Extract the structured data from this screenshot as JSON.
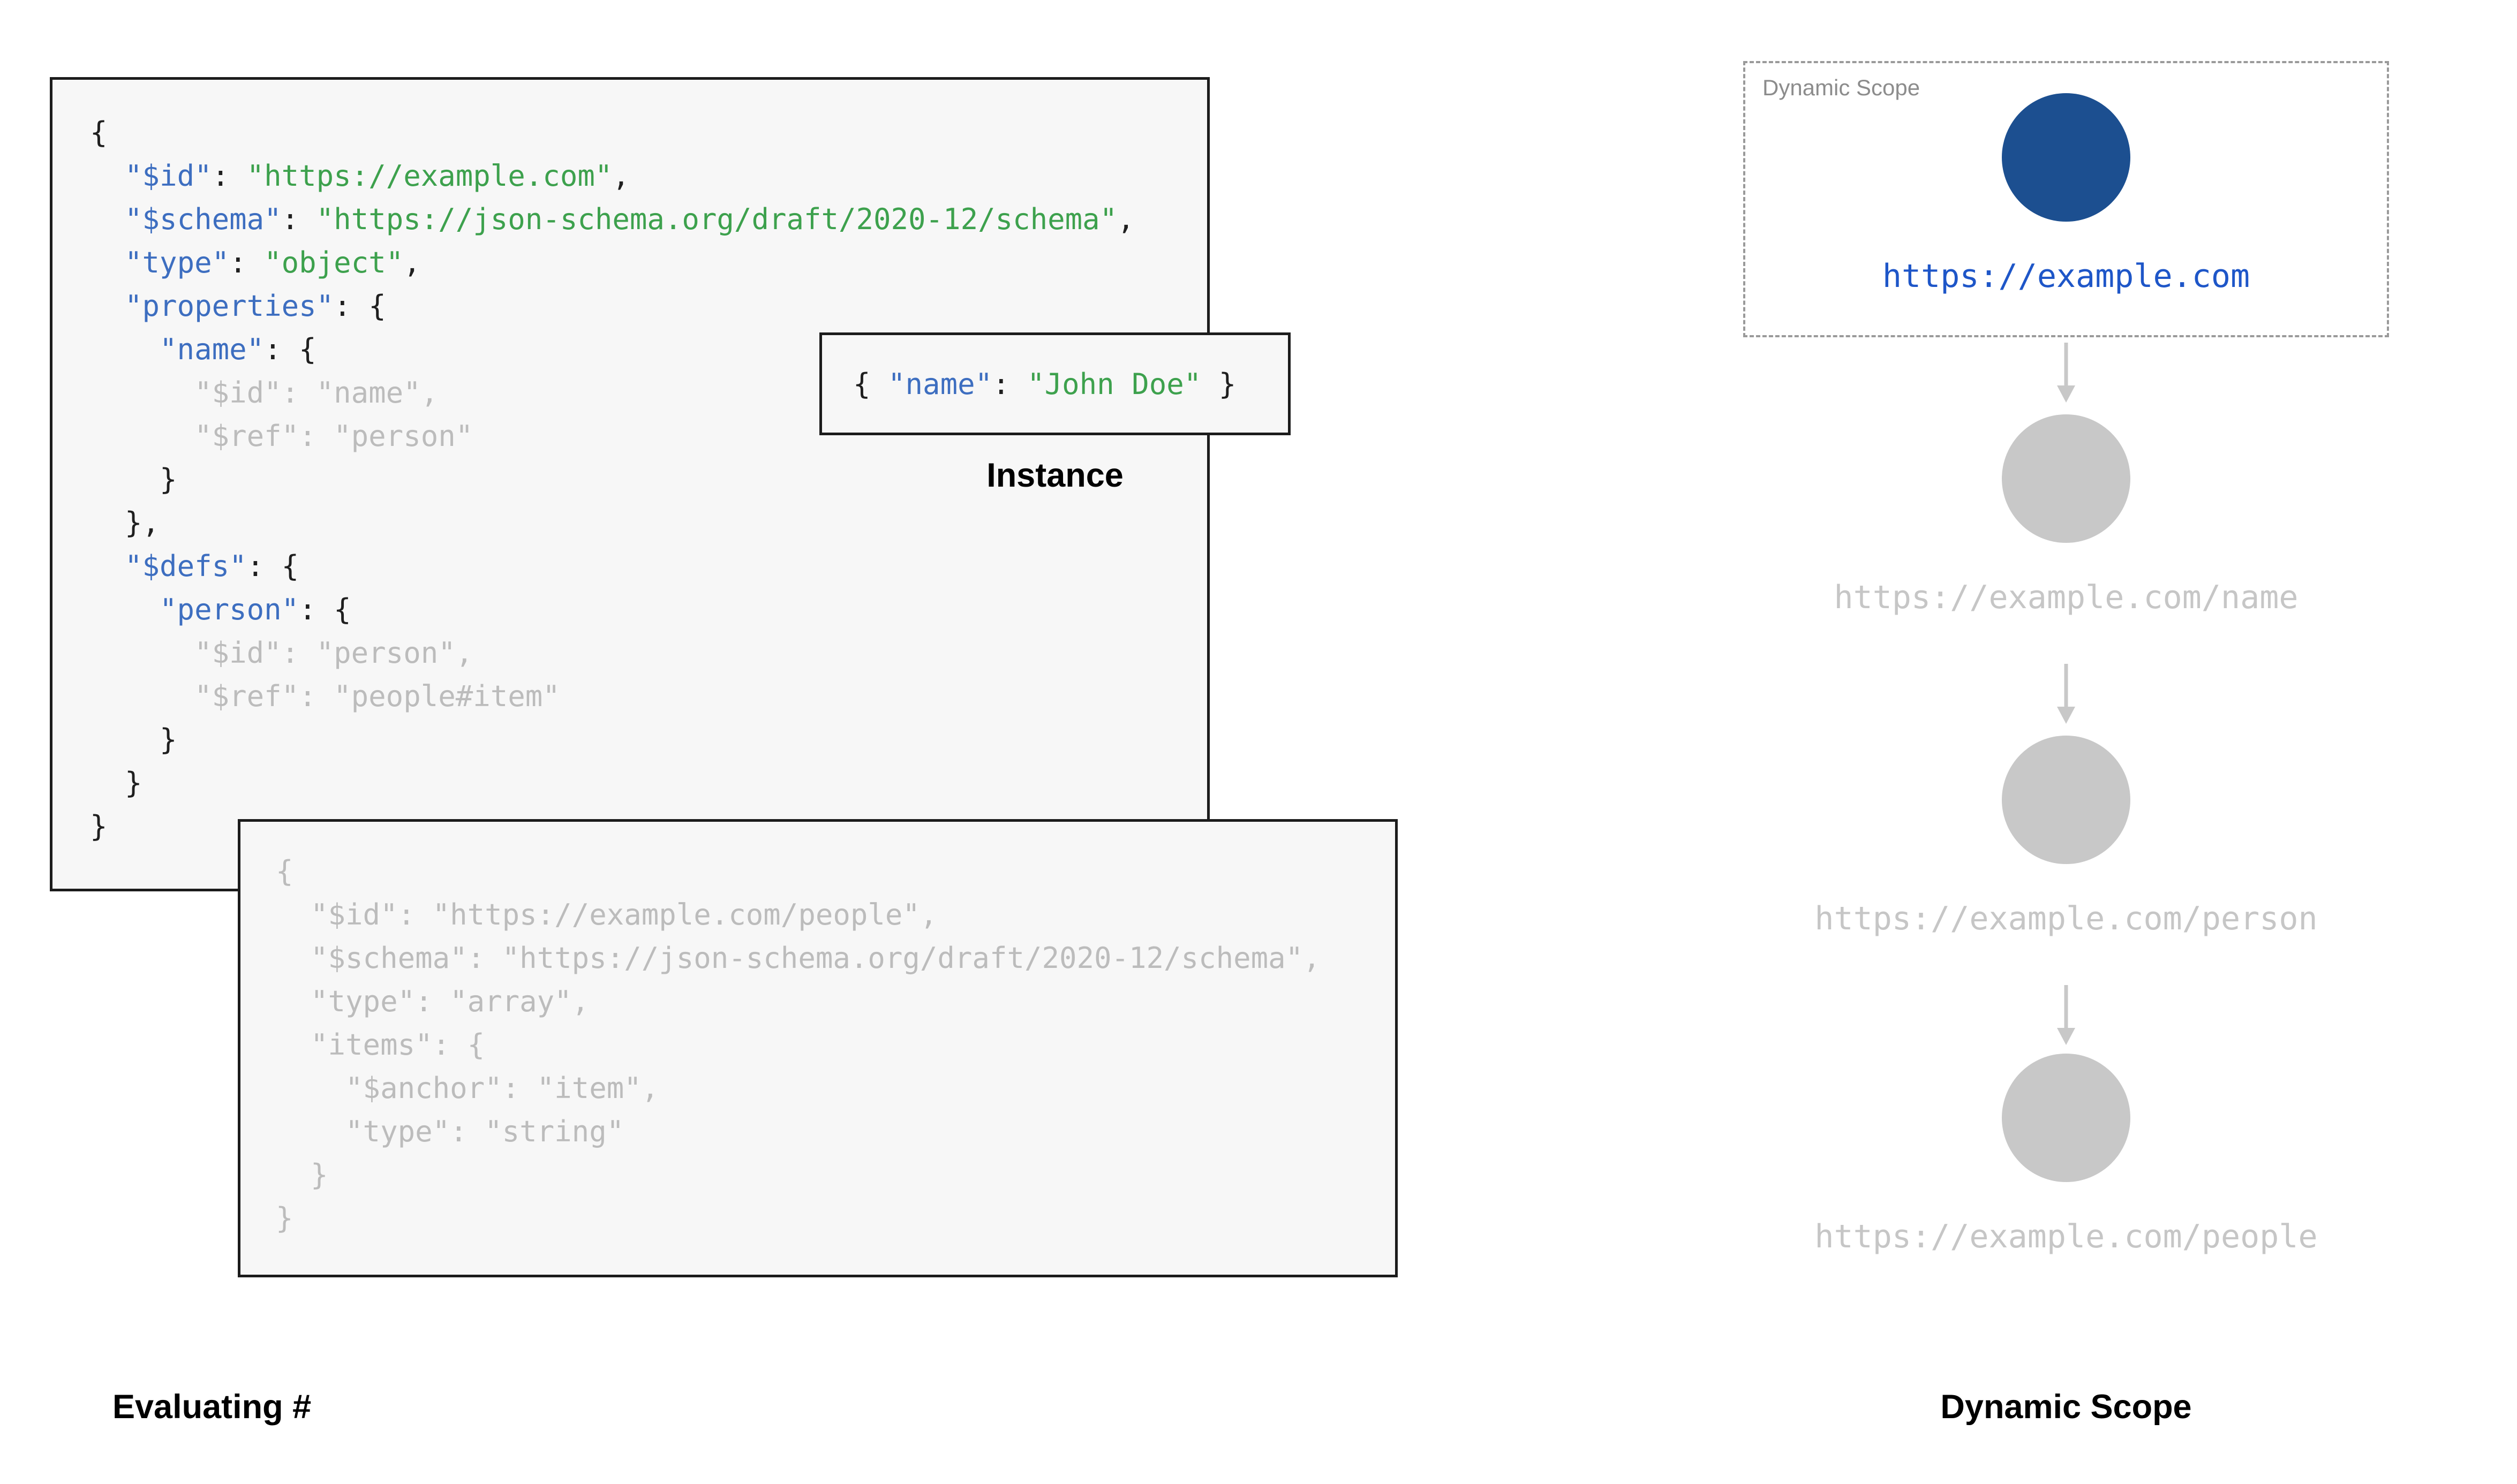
{
  "palette": {
    "box_bg": "#f7f7f7",
    "box_border": "#1c1c1c",
    "key_blue": "#3d6ec0",
    "string_green": "#3da14d",
    "muted_gray": "#bcbcbc",
    "plain_text": "#1f1f1f",
    "scope_active_blue": "#1c4f90",
    "scope_active_text": "#1e56c8",
    "scope_inactive_gray": "#c8c8c8",
    "scope_inactive_text": "#c6c6c6",
    "arrow_gray": "#c8c8c8",
    "dashed_border": "#9a9a9a"
  },
  "schema_box": {
    "lines": [
      [
        {
          "t": "{",
          "c": "p"
        }
      ],
      [
        {
          "t": "  ",
          "c": "p"
        },
        {
          "t": "\"$id\"",
          "c": "k"
        },
        {
          "t": ": ",
          "c": "p"
        },
        {
          "t": "\"https://example.com\"",
          "c": "s"
        },
        {
          "t": ",",
          "c": "p"
        }
      ],
      [
        {
          "t": "  ",
          "c": "p"
        },
        {
          "t": "\"$schema\"",
          "c": "k"
        },
        {
          "t": ": ",
          "c": "p"
        },
        {
          "t": "\"https://json-schema.org/draft/2020-12/schema\"",
          "c": "s"
        },
        {
          "t": ",",
          "c": "p"
        }
      ],
      [
        {
          "t": "  ",
          "c": "p"
        },
        {
          "t": "\"type\"",
          "c": "k"
        },
        {
          "t": ": ",
          "c": "p"
        },
        {
          "t": "\"object\"",
          "c": "s"
        },
        {
          "t": ",",
          "c": "p"
        }
      ],
      [
        {
          "t": "  ",
          "c": "p"
        },
        {
          "t": "\"properties\"",
          "c": "k"
        },
        {
          "t": ": {",
          "c": "p"
        }
      ],
      [
        {
          "t": "    ",
          "c": "p"
        },
        {
          "t": "\"name\"",
          "c": "k"
        },
        {
          "t": ": {",
          "c": "p"
        }
      ],
      [
        {
          "t": "      \"$id\": \"name\",",
          "c": "m"
        }
      ],
      [
        {
          "t": "      \"$ref\": \"person\"",
          "c": "m"
        }
      ],
      [
        {
          "t": "    }",
          "c": "p"
        }
      ],
      [
        {
          "t": "  },",
          "c": "p"
        }
      ],
      [
        {
          "t": "  ",
          "c": "p"
        },
        {
          "t": "\"$defs\"",
          "c": "k"
        },
        {
          "t": ": {",
          "c": "p"
        }
      ],
      [
        {
          "t": "    ",
          "c": "p"
        },
        {
          "t": "\"person\"",
          "c": "k"
        },
        {
          "t": ": {",
          "c": "p"
        }
      ],
      [
        {
          "t": "      \"$id\": \"person\",",
          "c": "m"
        }
      ],
      [
        {
          "t": "      \"$ref\": \"people#item\"",
          "c": "m"
        }
      ],
      [
        {
          "t": "    }",
          "c": "p"
        }
      ],
      [
        {
          "t": "  }",
          "c": "p"
        }
      ],
      [
        {
          "t": "}",
          "c": "p"
        }
      ]
    ]
  },
  "instance_box": {
    "label": "Instance",
    "line": [
      {
        "t": "{ ",
        "c": "p"
      },
      {
        "t": "\"name\"",
        "c": "k"
      },
      {
        "t": ": ",
        "c": "p"
      },
      {
        "t": "\"John Doe\"",
        "c": "s"
      },
      {
        "t": " }",
        "c": "p"
      }
    ]
  },
  "people_box": {
    "lines": [
      [
        {
          "t": "{",
          "c": "m"
        }
      ],
      [
        {
          "t": "  \"$id\": \"https://example.com/people\",",
          "c": "m"
        }
      ],
      [
        {
          "t": "  \"$schema\": \"https://json-schema.org/draft/2020-12/schema\",",
          "c": "m"
        }
      ],
      [
        {
          "t": "  \"type\": \"array\",",
          "c": "m"
        }
      ],
      [
        {
          "t": "  \"items\": {",
          "c": "m"
        }
      ],
      [
        {
          "t": "    \"$anchor\": \"item\",",
          "c": "m"
        }
      ],
      [
        {
          "t": "    \"type\": \"string\"",
          "c": "m"
        }
      ],
      [
        {
          "t": "  }",
          "c": "m"
        }
      ],
      [
        {
          "t": "}",
          "c": "m"
        }
      ]
    ]
  },
  "evaluating_label": "Evaluating #",
  "dynamic_scope": {
    "box_label": "Dynamic Scope",
    "bottom_label": "Dynamic Scope",
    "nodes": [
      {
        "url": "https://example.com",
        "state": "active"
      },
      {
        "url": "https://example.com/name",
        "state": "inactive"
      },
      {
        "url": "https://example.com/person",
        "state": "inactive"
      },
      {
        "url": "https://example.com/people",
        "state": "inactive"
      }
    ]
  }
}
